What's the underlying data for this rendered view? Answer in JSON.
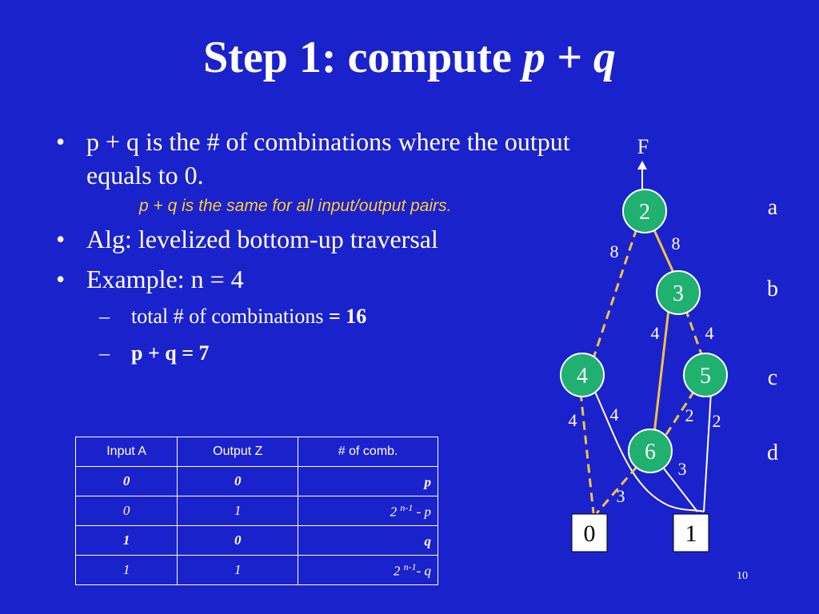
{
  "title": {
    "prefix": "Step 1: compute ",
    "expr": "p + q"
  },
  "bullets": [
    {
      "text": "p + q is the # of combinations where the output equals to 0.",
      "note": "p + q is the same for all input/output pairs."
    },
    {
      "text": "Alg: levelized bottom-up traversal"
    },
    {
      "text": "Example: n = 4",
      "subitems": [
        {
          "text": "total # of combinations ",
          "bold": "= 16"
        },
        {
          "text": "",
          "bold": "p + q = 7"
        }
      ]
    }
  ],
  "table": {
    "headers": [
      "Input A",
      "Output Z",
      "# of comb."
    ],
    "rows": [
      {
        "a": "0",
        "z": "0",
        "comb": "p",
        "sup": "",
        "comb_tail": ""
      },
      {
        "a": "0",
        "z": "1",
        "comb": "2 ",
        "sup": "n-1",
        "comb_tail": " - p"
      },
      {
        "a": "1",
        "z": "0",
        "comb": "q",
        "sup": "",
        "comb_tail": ""
      },
      {
        "a": "1",
        "z": "1",
        "comb": "2 ",
        "sup": "n-1",
        "comb_tail": "- q"
      }
    ]
  },
  "diagram": {
    "output_label": "F",
    "variables": [
      "a",
      "b",
      "c",
      "d"
    ],
    "nodes": [
      "2",
      "3",
      "4",
      "5",
      "6"
    ],
    "terminals": [
      "0",
      "1"
    ],
    "edge_labels": [
      "8",
      "8",
      "4",
      "4",
      "4",
      "4",
      "2",
      "2",
      "3",
      "3"
    ]
  },
  "colors": {
    "background": "#1a22cc",
    "node_fill": "#20b070",
    "edge_orange": "#f5c040",
    "edge_white": "#ffffff",
    "note_text": "#ffcc33"
  },
  "page_number": "10"
}
